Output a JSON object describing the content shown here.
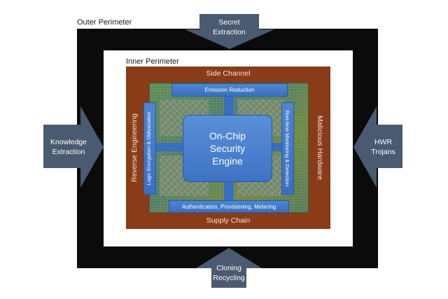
{
  "colors": {
    "outer_frame": "#0b0b0b",
    "package": "#8a3b17",
    "blue_blocks": "#3a6fc0",
    "threat_arrows": "#4a5a70"
  },
  "outer_perimeter": {
    "label": "Outer Perimeter"
  },
  "inner_perimeter": {
    "label": "Inner Perimeter"
  },
  "package": {
    "top": "Side Channel",
    "bottom": "Supply Chain",
    "left": "Reverse Engineering",
    "right": "Malicious Hardware"
  },
  "countermeasures": {
    "top": "Emission Reduction",
    "bottom": "Authentication, Provisioning, Metering",
    "left": "Logic Encryption & Obfuscation",
    "right": "Run-time Monitoring & Detection"
  },
  "engine": {
    "line1": "On-Chip",
    "line2": "Security",
    "line3": "Engine"
  },
  "threats": {
    "top": {
      "line1": "Secret",
      "line2": "Extraction"
    },
    "left": {
      "line1": "Knowledge",
      "line2": "Extraction"
    },
    "right": {
      "line1": "HWR",
      "line2": "Trojans"
    },
    "bottom": {
      "line1": "Cloning",
      "line2": "Recycling"
    }
  }
}
